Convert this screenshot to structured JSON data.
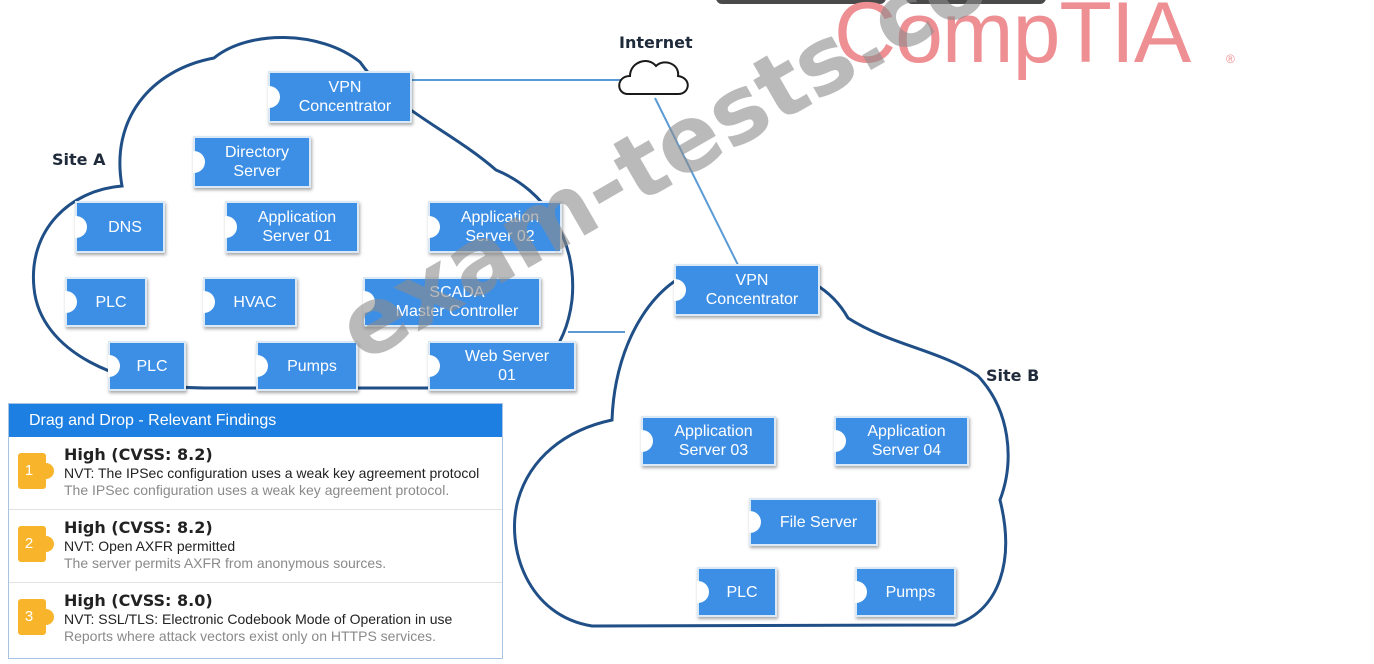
{
  "logo": {
    "text": "CompTIA",
    "reg": "®"
  },
  "internet": {
    "label": "Internet"
  },
  "site_a": {
    "label": "Site A",
    "nodes": {
      "vpn": "VPN\nConcentrator",
      "directory": "Directory\nServer",
      "dns": "DNS",
      "app01": "Application\nServer 01",
      "app02": "Application\nServer 02",
      "plc1": "PLC",
      "hvac": "HVAC",
      "scada": "SCADA\nMaster Controller",
      "plc2": "PLC",
      "pumps": "Pumps",
      "web01": "Web Server\n01"
    }
  },
  "site_b": {
    "label": "Site B",
    "nodes": {
      "vpn": "VPN\nConcentrator",
      "app03": "Application\nServer 03",
      "app04": "Application\nServer 04",
      "file": "File Server",
      "plc": "PLC",
      "pumps": "Pumps"
    }
  },
  "panel": {
    "title": "Drag and Drop - Relevant Findings",
    "findings": [
      {
        "num": "1",
        "severity": "High (CVSS: 8.2)",
        "nvt": "NVT: The IPSec configuration uses a weak key agreement protocol",
        "desc": "The IPSec configuration uses a weak key agreement protocol."
      },
      {
        "num": "2",
        "severity": "High (CVSS: 8.2)",
        "nvt": "NVT: Open AXFR permitted",
        "desc": "The server permits AXFR from anonymous sources."
      },
      {
        "num": "3",
        "severity": "High (CVSS: 8.0)",
        "nvt": "NVT: SSL/TLS: Electronic Codebook Mode of Operation in use",
        "desc": "Reports where attack vectors exist only on HTTPS services."
      }
    ]
  },
  "watermark": "exam-tests.com",
  "colors": {
    "node": "#3d8fe6",
    "cloud_stroke": "#1f4f86",
    "link": "#5b9bd5",
    "header": "#1d7fe1",
    "badge": "#f8b52c",
    "logo": "#ee8f93"
  }
}
